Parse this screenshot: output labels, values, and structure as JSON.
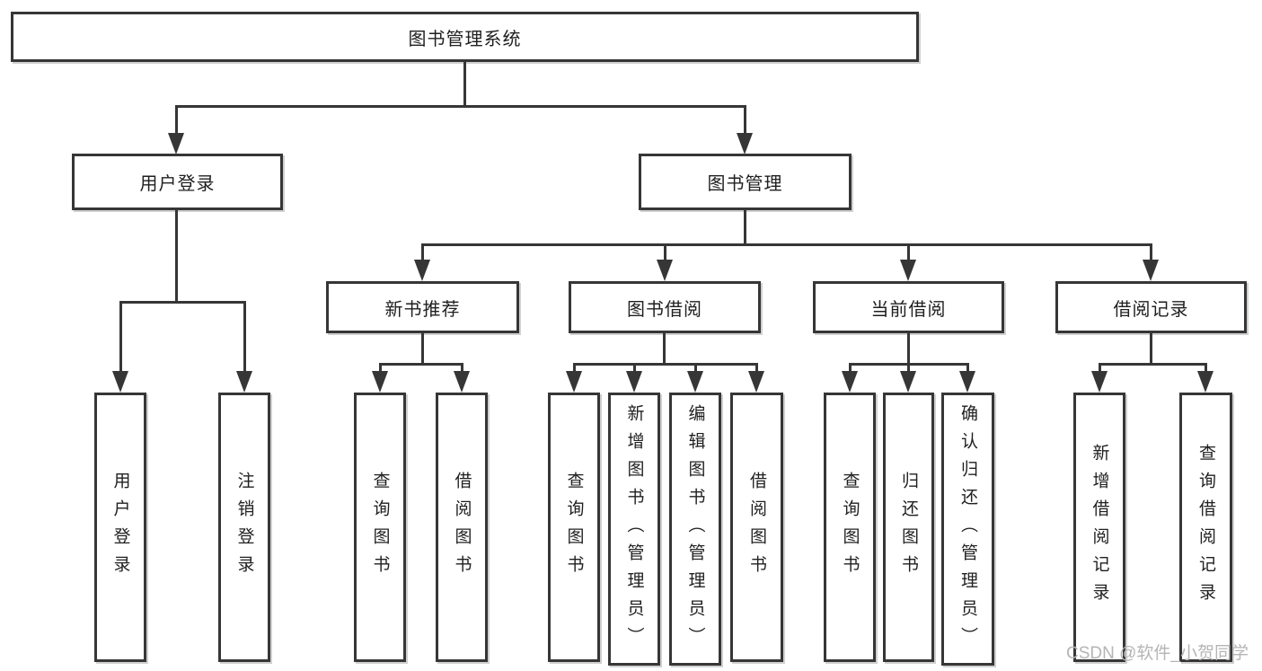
{
  "title": "图书管理系统",
  "level2": {
    "user_login": "用户登录",
    "book_mgmt": "图书管理"
  },
  "level3": {
    "new_book": "新书推荐",
    "borrow": "图书借阅",
    "current": "当前借阅",
    "records": "借阅记录"
  },
  "leaves": {
    "user_login": [
      "用户登录",
      "注销登录"
    ],
    "new_book": [
      "查询图书",
      "借阅图书"
    ],
    "borrow": [
      "查询图书",
      "新增图书（管理员）",
      "编辑图书（管理员）",
      "借阅图书"
    ],
    "current": [
      "查询图书",
      "归还图书",
      "确认归还（管理员）"
    ],
    "records": [
      "新增借阅记录",
      "查询借阅记录"
    ]
  },
  "watermark": "CSDN @软件_小贺同学",
  "colors": {
    "line": "#363636",
    "text": "#1f1f1f",
    "watermark": "#b5b5b5",
    "background": "#ffffff"
  }
}
